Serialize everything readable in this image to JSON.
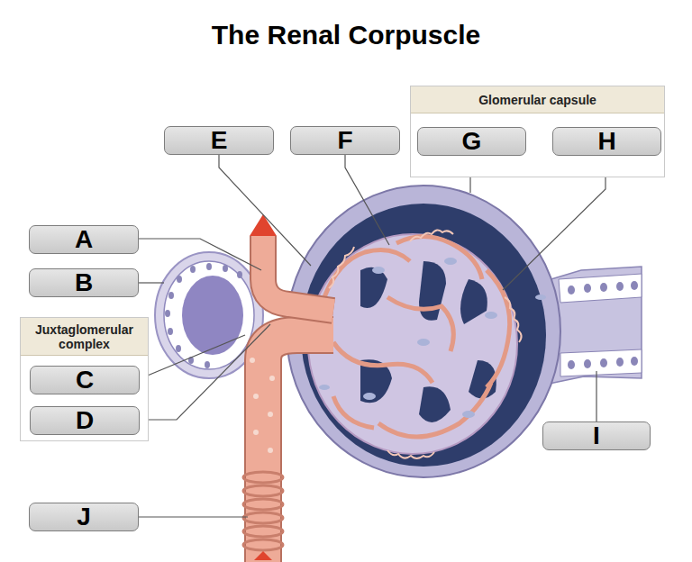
{
  "diagram": {
    "title": "The Renal Corpuscle",
    "nodes": [
      {
        "text": [
          "E"
        ]
      },
      {
        "text": [
          "F"
        ]
      },
      {
        "text": [
          "Glomerular capsule"
        ]
      },
      {
        "text": [
          "G"
        ],
        "in": 2
      },
      {
        "text": [
          "H"
        ],
        "in": 2
      },
      {
        "text": [
          "A"
        ]
      },
      {
        "text": [
          "B"
        ]
      },
      {
        "text": [
          "Juxtaglomerular complex"
        ]
      },
      {
        "text": [
          "C"
        ],
        "in": 7
      },
      {
        "text": [
          "D"
        ],
        "in": 7
      },
      {
        "text": [
          "I"
        ]
      },
      {
        "text": [
          "J"
        ]
      }
    ]
  }
}
